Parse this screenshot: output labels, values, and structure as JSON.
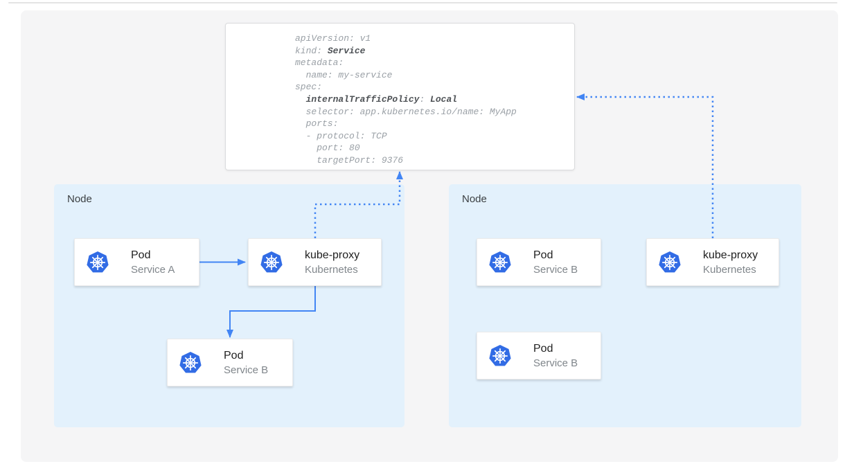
{
  "yaml_card": {
    "lines": [
      [
        {
          "t": "apiVersion: v1"
        }
      ],
      [
        {
          "t": "kind: "
        },
        {
          "t": "Service",
          "b": true
        }
      ],
      [
        {
          "t": "metadata:"
        }
      ],
      [
        {
          "t": "  name: my-service"
        }
      ],
      [
        {
          "t": "spec:"
        }
      ],
      [
        {
          "t": "  "
        },
        {
          "t": "internalTrafficPolicy",
          "b": true
        },
        {
          "t": ": "
        },
        {
          "t": "Local",
          "b": true
        }
      ],
      [
        {
          "t": "  selector: app.kubernetes.io/name: MyApp"
        }
      ],
      [
        {
          "t": "  ports:"
        }
      ],
      [
        {
          "t": "  - protocol: TCP"
        }
      ],
      [
        {
          "t": "    port: 80"
        }
      ],
      [
        {
          "t": "    targetPort: 9376"
        }
      ]
    ]
  },
  "nodes": [
    {
      "label": "Node",
      "boxes": [
        {
          "icon": "kubernetes-logo",
          "title": "Pod",
          "subtitle": "Service A"
        },
        {
          "icon": "kubernetes-logo",
          "title": "kube-proxy",
          "subtitle": "Kubernetes"
        },
        {
          "icon": "kubernetes-logo",
          "title": "Pod",
          "subtitle": "Service B"
        }
      ]
    },
    {
      "label": "Node",
      "boxes": [
        {
          "icon": "kubernetes-logo",
          "title": "Pod",
          "subtitle": "Service B"
        },
        {
          "icon": "kubernetes-logo",
          "title": "kube-proxy",
          "subtitle": "Kubernetes"
        },
        {
          "icon": "kubernetes-logo",
          "title": "Pod",
          "subtitle": "Service B"
        }
      ]
    }
  ],
  "colors": {
    "arrow_blue": "#4285F4",
    "kubernetes_blue": "#326CE5",
    "node_panel_blue": "#E3F1FC",
    "canvas_gray": "#F5F5F6",
    "yaml_text": "#9AA0A6",
    "yaml_text_bold": "#4E5256"
  }
}
